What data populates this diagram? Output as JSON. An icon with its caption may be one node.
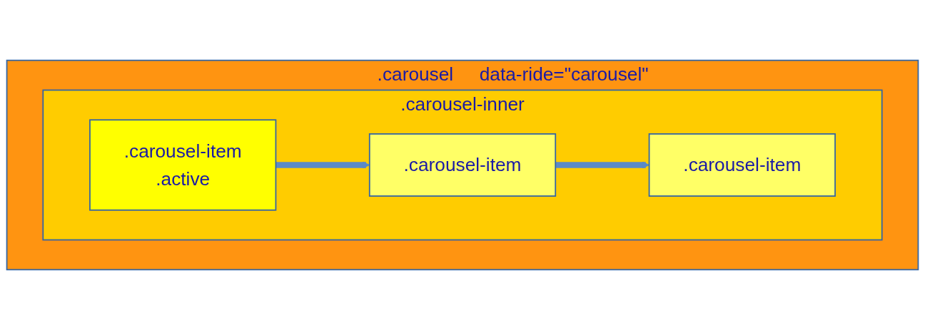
{
  "diagram": {
    "nodes": [
      {
        "text": [
          ".carousel",
          "data-ride=\"carousel\""
        ]
      },
      {
        "text": [
          ".carousel-inner"
        ],
        "in": 0
      },
      {
        "text": [
          ".carousel-item",
          ".active"
        ],
        "in": 1
      },
      {
        "text": [
          ".carousel-item"
        ],
        "in": 1
      },
      {
        "text": [
          ".carousel-item"
        ],
        "in": 1
      }
    ],
    "edges": [
      {
        "from": 2,
        "to": 3,
        "arrow": "to"
      },
      {
        "from": 3,
        "to": 4,
        "arrow": "to"
      }
    ]
  }
}
